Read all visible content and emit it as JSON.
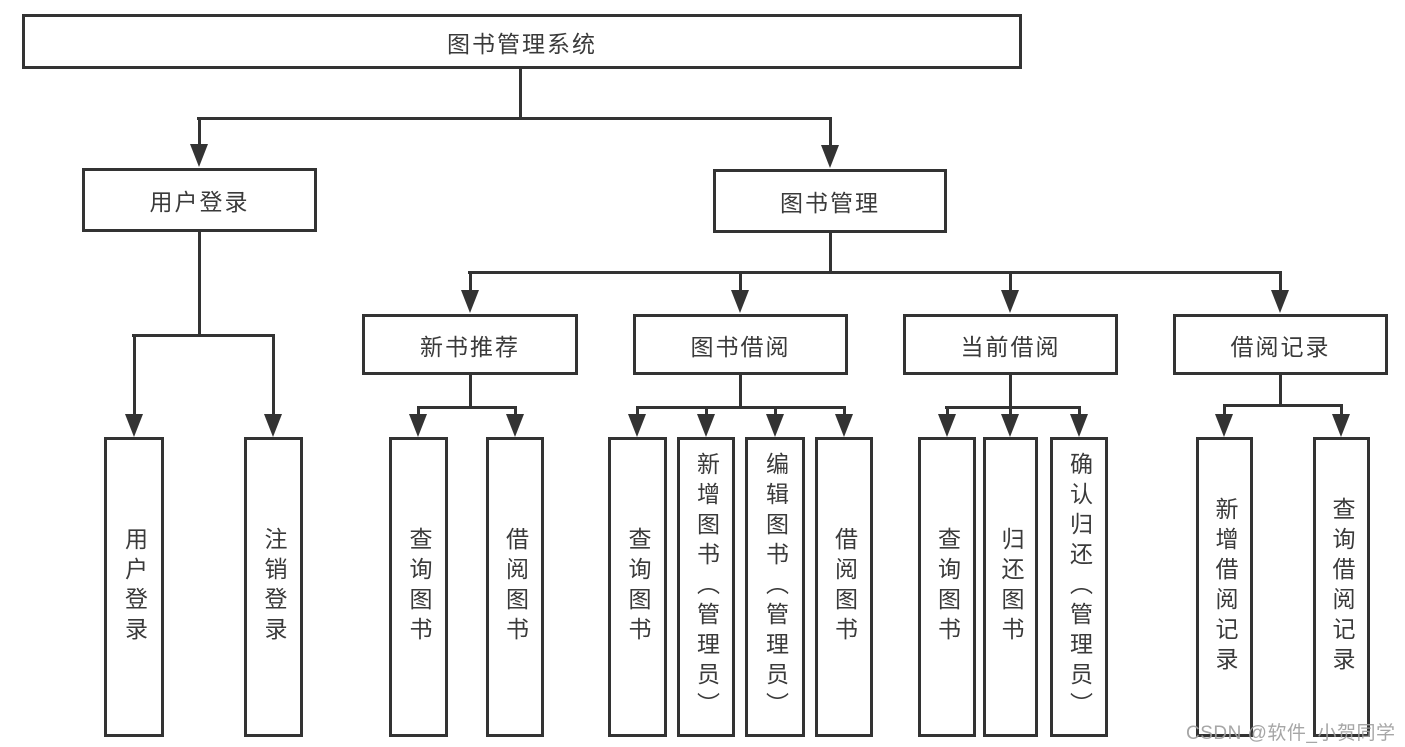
{
  "diagram": {
    "title": "图书管理系统",
    "root": "图书管理系统",
    "level2": [
      "用户登录",
      "图书管理"
    ],
    "level3": [
      "新书推荐",
      "图书借阅",
      "当前借阅",
      "借阅记录"
    ],
    "leaves": {
      "user_login": [
        "用户登录",
        "注销登录"
      ],
      "new_book_recommend": [
        "查询图书",
        "借阅图书"
      ],
      "book_borrow": [
        "查询图书",
        "新增图书（管理员）",
        "编辑图书（管理员）",
        "借阅图书"
      ],
      "current_borrow": [
        "查询图书",
        "归还图书",
        "确认归还（管理员）"
      ],
      "borrow_records": [
        "新增借阅记录",
        "查询借阅记录"
      ]
    }
  },
  "watermark": {
    "text": "CSDN @软件_小贺同学"
  },
  "colors": {
    "line": "#333333",
    "text": "#3a3a3a",
    "watermark": "#9e9e9e",
    "background": "#ffffff"
  }
}
